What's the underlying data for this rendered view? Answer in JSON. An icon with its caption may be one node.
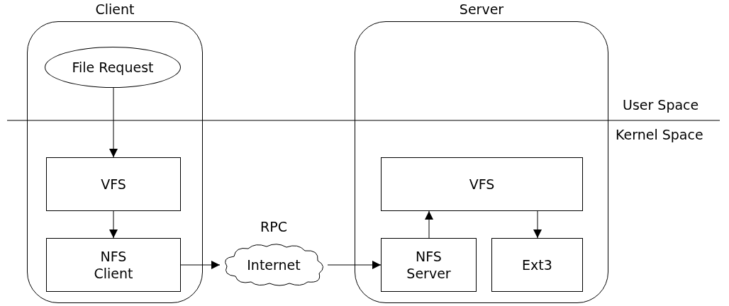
{
  "diagram": {
    "nodes": [
      {
        "text": [
          "Client"
        ]
      },
      {
        "text": [
          "File Request"
        ],
        "in": 0
      },
      {
        "text": [
          "VFS"
        ],
        "in": 0
      },
      {
        "text": [
          "NFS Client"
        ],
        "in": 0
      },
      {
        "text": [
          "Server"
        ]
      },
      {
        "text": [
          "VFS"
        ],
        "in": 4
      },
      {
        "text": [
          "NFS Server"
        ],
        "in": 4
      },
      {
        "text": [
          "Ext3"
        ],
        "in": 4
      },
      {
        "text": [
          "Internet"
        ],
        "beside": [
          "RPC"
        ]
      }
    ],
    "edges": [
      {
        "from": 1,
        "to": 2,
        "arrow": "to"
      },
      {
        "from": 2,
        "to": 3,
        "arrow": "to"
      },
      {
        "from": 3,
        "to": 8,
        "arrow": "to"
      },
      {
        "from": 8,
        "to": 6,
        "arrow": "to"
      },
      {
        "from": 6,
        "to": 5,
        "arrow": "to"
      },
      {
        "from": 5,
        "to": 7,
        "arrow": "to"
      }
    ],
    "labels": [
      "User Space",
      "Kernel Space"
    ]
  }
}
